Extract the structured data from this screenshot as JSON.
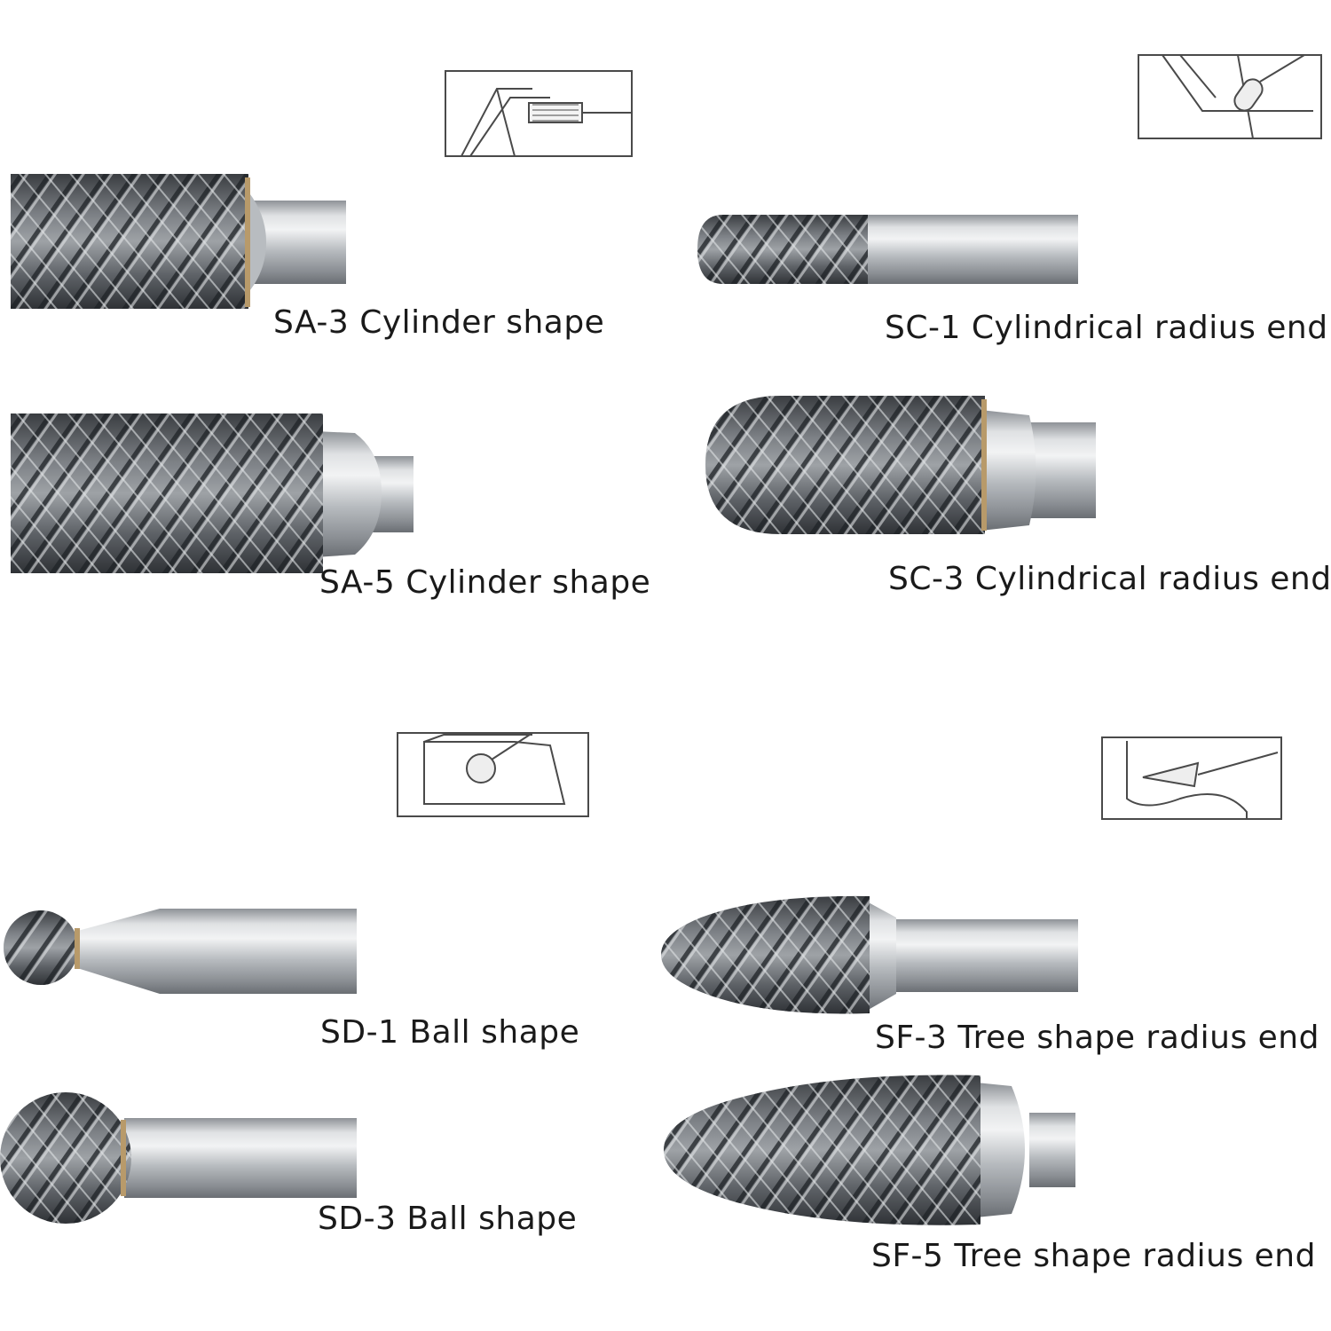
{
  "colors": {
    "background": "#ffffff",
    "steel_light": "#e4e6e8",
    "steel_mid": "#a9adb2",
    "steel_dark": "#55595e",
    "carbide_dark": "#2a2d31",
    "flute_highlight": "#d9dcdf",
    "brass_ring": "#b89a6a",
    "sketch_line": "#4a4a4a",
    "text": "#1a1a1a"
  },
  "products": [
    {
      "code": "SA-3",
      "label": "SA-3 Cylinder shape",
      "icon": "cylinder-burr-icon"
    },
    {
      "code": "SA-5",
      "label": "SA-5 Cylinder shape",
      "icon": "cylinder-burr-icon"
    },
    {
      "code": "SC-1",
      "label": "SC-1 Cylindrical radius end",
      "icon": "radius-end-burr-icon"
    },
    {
      "code": "SC-3",
      "label": "SC-3 Cylindrical radius end",
      "icon": "radius-end-burr-icon"
    },
    {
      "code": "SD-1",
      "label": "SD-1 Ball shape",
      "icon": "ball-burr-icon"
    },
    {
      "code": "SD-3",
      "label": "SD-3 Ball shape",
      "icon": "ball-burr-icon"
    },
    {
      "code": "SF-3",
      "label": "SF-3 Tree shape radius end",
      "icon": "tree-burr-icon"
    },
    {
      "code": "SF-5",
      "label": "SF-5 Tree shape radius end",
      "icon": "tree-burr-icon"
    }
  ],
  "usage_sketches": [
    {
      "icon": "cylinder-usage-sketch-icon"
    },
    {
      "icon": "radius-end-usage-sketch-icon"
    },
    {
      "icon": "ball-usage-sketch-icon"
    },
    {
      "icon": "tree-usage-sketch-icon"
    }
  ]
}
